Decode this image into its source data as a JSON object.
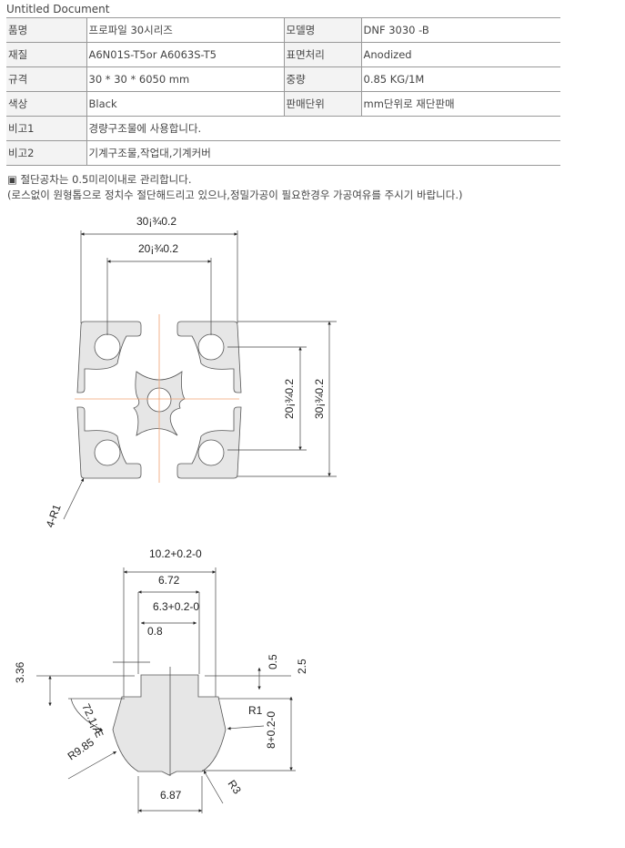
{
  "title": "Untitled Document",
  "spec": [
    {
      "l1": "품명",
      "v1": "프로파일 30시리즈",
      "l2": "모델명",
      "v2": "DNF 3030 -B"
    },
    {
      "l1": "재질",
      "v1": "A6N01S-T5or A6063S-T5",
      "l2": "표면처리",
      "v2": "Anodized"
    },
    {
      "l1": "규격",
      "v1": "30 * 30 * 6050 mm",
      "l2": "중량",
      "v2": "0.85 KG/1M"
    },
    {
      "l1": "색상",
      "v1": "Black",
      "l2": "판매단위",
      "v2": "mm단위로 재단판매"
    }
  ],
  "remarks": [
    {
      "label": "비고1",
      "value": "경량구조물에 사용합니다."
    },
    {
      "label": "비고2",
      "value": "기계구조물,작업대,기계커버"
    }
  ],
  "notes": {
    "line1": "▣ 절단공차는 0.5미리이내로 관리합니다.",
    "line2": "(로스없이 원형톱으로 정치수 절단해드리고 있으나,정밀가공이 필요한경우 가공여유를 주시기 바랍니다.)"
  },
  "drawing1": {
    "w30": "30¡¾0.2",
    "w20": "20¡¾0.2",
    "h20": "20¡¾0.2",
    "h30": "30¡¾0.2",
    "radius": "4-R1"
  },
  "drawing2": {
    "d102": "10.2+0.2-0",
    "d672": "6.72",
    "d63": "6.3+0.2-0",
    "d08": "0.8",
    "d336": "3.36",
    "d05": "0.5",
    "d25": "2.5",
    "r1": "R1",
    "d8": "8+0.2-0",
    "angle": "72.1¡Æ",
    "r985": "R9.85",
    "r3": "R3",
    "d687": "6.87"
  }
}
